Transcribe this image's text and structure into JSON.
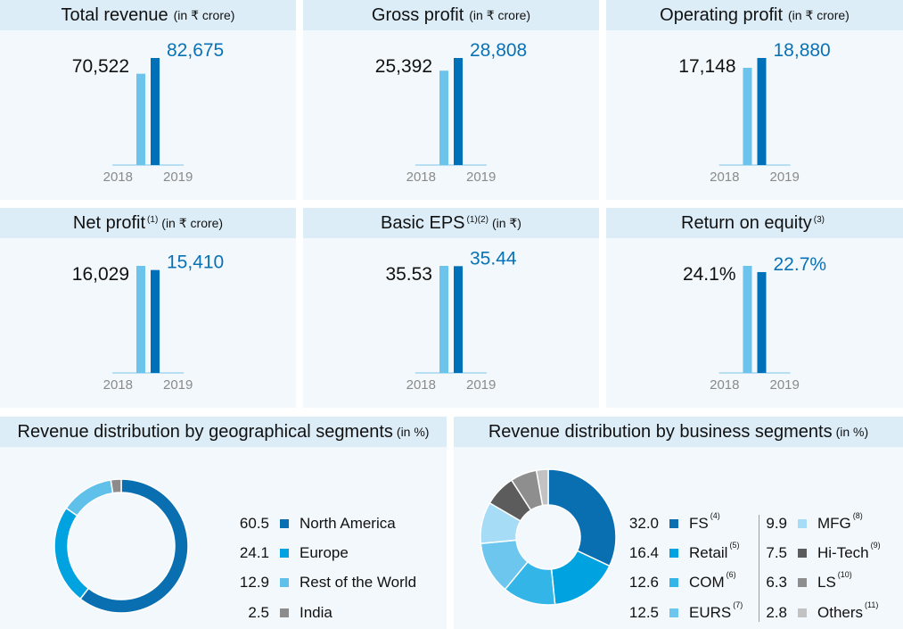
{
  "colors": {
    "bar_2018": "#6cc3ec",
    "bar_2019": "#0070b8",
    "value_2018": "#111111",
    "value_2019": "#0a72b4",
    "tick": "#8a8a8a"
  },
  "chart_data": [
    {
      "type": "bar",
      "title": "Total revenue",
      "unit": "(in ₹ crore)",
      "note": "",
      "categories": [
        "2018",
        "2019"
      ],
      "values": [
        70522,
        82675
      ],
      "labels": [
        "70,522",
        "82,675"
      ]
    },
    {
      "type": "bar",
      "title": "Gross profit",
      "unit": "(in ₹ crore)",
      "note": "",
      "categories": [
        "2018",
        "2019"
      ],
      "values": [
        25392,
        28808
      ],
      "labels": [
        "25,392",
        "28,808"
      ]
    },
    {
      "type": "bar",
      "title": "Operating profit",
      "unit": "(in ₹ crore)",
      "note": "",
      "categories": [
        "2018",
        "2019"
      ],
      "values": [
        17148,
        18880
      ],
      "labels": [
        "17,148",
        "18,880"
      ]
    },
    {
      "type": "bar",
      "title": "Net profit",
      "unit": "(in ₹ crore)",
      "note": "(1)",
      "categories": [
        "2018",
        "2019"
      ],
      "values": [
        16029,
        15410
      ],
      "labels": [
        "16,029",
        "15,410"
      ]
    },
    {
      "type": "bar",
      "title": "Basic EPS",
      "unit": "(in ₹)",
      "note": "(1)(2)",
      "categories": [
        "2018",
        "2019"
      ],
      "values": [
        35.53,
        35.44
      ],
      "labels": [
        "35.53",
        "35.44"
      ]
    },
    {
      "type": "bar",
      "title": "Return on equity",
      "unit": "",
      "note": "(3)",
      "categories": [
        "2018",
        "2019"
      ],
      "values": [
        24.1,
        22.7
      ],
      "labels": [
        "24.1%",
        "22.7%"
      ]
    },
    {
      "type": "pie",
      "title": "Revenue distribution by geographical segments",
      "unit": "(in %)",
      "slices": [
        {
          "name": "North America",
          "note": "",
          "value": 60.5,
          "label": "60.5",
          "color": "#0a6fb0"
        },
        {
          "name": "Europe",
          "note": "",
          "value": 24.1,
          "label": "24.1",
          "color": "#00a3e0"
        },
        {
          "name": "Rest of the World",
          "note": "",
          "value": 12.9,
          "label": "12.9",
          "color": "#5fc0ea"
        },
        {
          "name": "India",
          "note": "",
          "value": 2.5,
          "label": "2.5",
          "color": "#8c8c8c"
        }
      ]
    },
    {
      "type": "pie",
      "title": "Revenue distribution by business segments",
      "unit": "(in %)",
      "slices": [
        {
          "name": "FS",
          "note": "(4)",
          "value": 32.0,
          "label": "32.0",
          "color": "#0a6fb0"
        },
        {
          "name": "Retail",
          "note": "(5)",
          "value": 16.4,
          "label": "16.4",
          "color": "#00a3e0"
        },
        {
          "name": "COM",
          "note": "(6)",
          "value": 12.6,
          "label": "12.6",
          "color": "#33b5e8"
        },
        {
          "name": "EURS",
          "note": "(7)",
          "value": 12.5,
          "label": "12.5",
          "color": "#6cc6ee"
        },
        {
          "name": "MFG",
          "note": "(8)",
          "value": 9.9,
          "label": "9.9",
          "color": "#a6dcf5"
        },
        {
          "name": "Hi-Tech",
          "note": "(9)",
          "value": 7.5,
          "label": "7.5",
          "color": "#5c5c5c"
        },
        {
          "name": "LS",
          "note": "(10)",
          "value": 6.3,
          "label": "6.3",
          "color": "#8e8e8e"
        },
        {
          "name": "Others",
          "note": "(11)",
          "value": 2.8,
          "label": "2.8",
          "color": "#c2c2c2"
        }
      ]
    }
  ]
}
